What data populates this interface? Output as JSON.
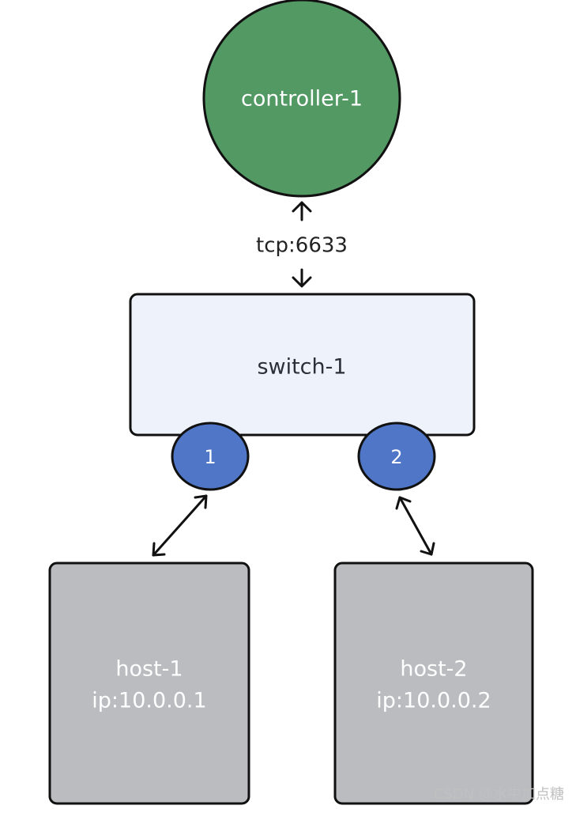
{
  "diagram": {
    "controller": {
      "label": "controller-1",
      "fill": "#529963"
    },
    "connection": {
      "label": "tcp:6633"
    },
    "switch": {
      "label": "switch-1",
      "fill": "#eef2fa"
    },
    "ports": [
      {
        "label": "1",
        "fill": "#4f76c7"
      },
      {
        "label": "2",
        "fill": "#4f76c7"
      }
    ],
    "hosts": [
      {
        "name": "host-1",
        "ip": "ip:10.0.0.1",
        "fill": "#babcbf"
      },
      {
        "name": "host-2",
        "ip": "ip:10.0.0.2",
        "fill": "#babcbf"
      }
    ]
  },
  "watermark": "CSDN @水中加点糖"
}
